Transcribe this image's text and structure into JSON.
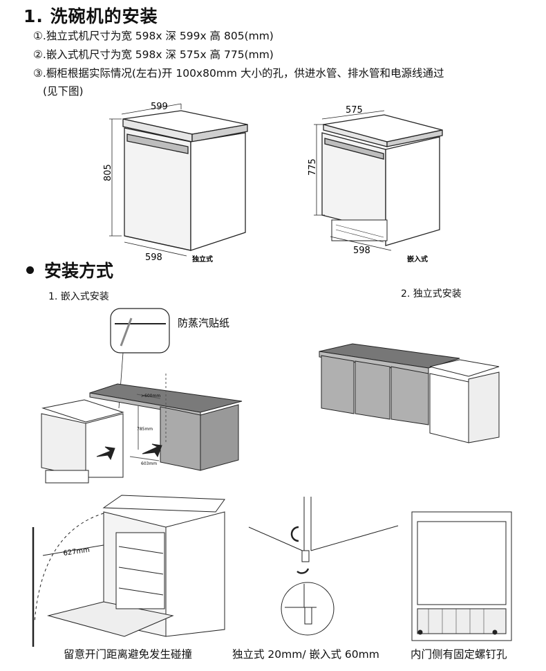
{
  "title": "1. 洗碗机的安装",
  "specs": [
    "①.独立式机尺寸为宽 598x 深 599x 高 805(mm)",
    "②.嵌入式机尺寸为宽 598x 深 575x 高 775(mm)",
    "③.橱柜根据实际情况(左右)开 100x80mm 大小的孔，供进水管、排水管和电源线通过",
    "(见下图)"
  ],
  "fig_standalone": {
    "width": "599",
    "height": "805",
    "depth": "598",
    "label": "独立式"
  },
  "fig_builtin": {
    "width": "575",
    "height": "775",
    "depth": "598",
    "label": "嵌入式"
  },
  "section": {
    "title": "安装方式",
    "builtin_title": "1. 嵌入式安装",
    "standalone_title": "2. 独立式安装",
    "steam_label": "防蒸汽贴纸",
    "dim_600": ">600mm",
    "dim_785": "785mm",
    "dim_603": "603mm"
  },
  "bottom": {
    "door_dim": "627mm",
    "captions": [
      "留意开门距离避免发生碰撞",
      "独立式 20mm/ 嵌入式 60mm",
      "内门侧有固定螺钉孔"
    ]
  }
}
